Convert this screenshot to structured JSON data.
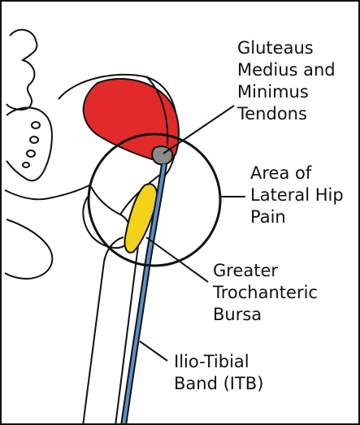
{
  "labels": {
    "gluteus": {
      "lines": [
        "Gluteaus",
        "Medius and",
        "Minimus",
        "Tendons"
      ]
    },
    "pain_area": {
      "lines": [
        "Area of",
        "Lateral Hip",
        "Pain"
      ]
    },
    "bursa": {
      "lines": [
        "Greater",
        "Trochanteric",
        "Bursa"
      ]
    },
    "itb": {
      "lines": [
        "Ilio-Tibial",
        "Band (ITB)"
      ]
    }
  },
  "colors": {
    "gluteus_muscle": "#e22a2a",
    "tendon_insertion": "#8a8a8a",
    "bursa": "#f2d31a",
    "itb": "#5b8ec6",
    "outline": "#111111"
  }
}
